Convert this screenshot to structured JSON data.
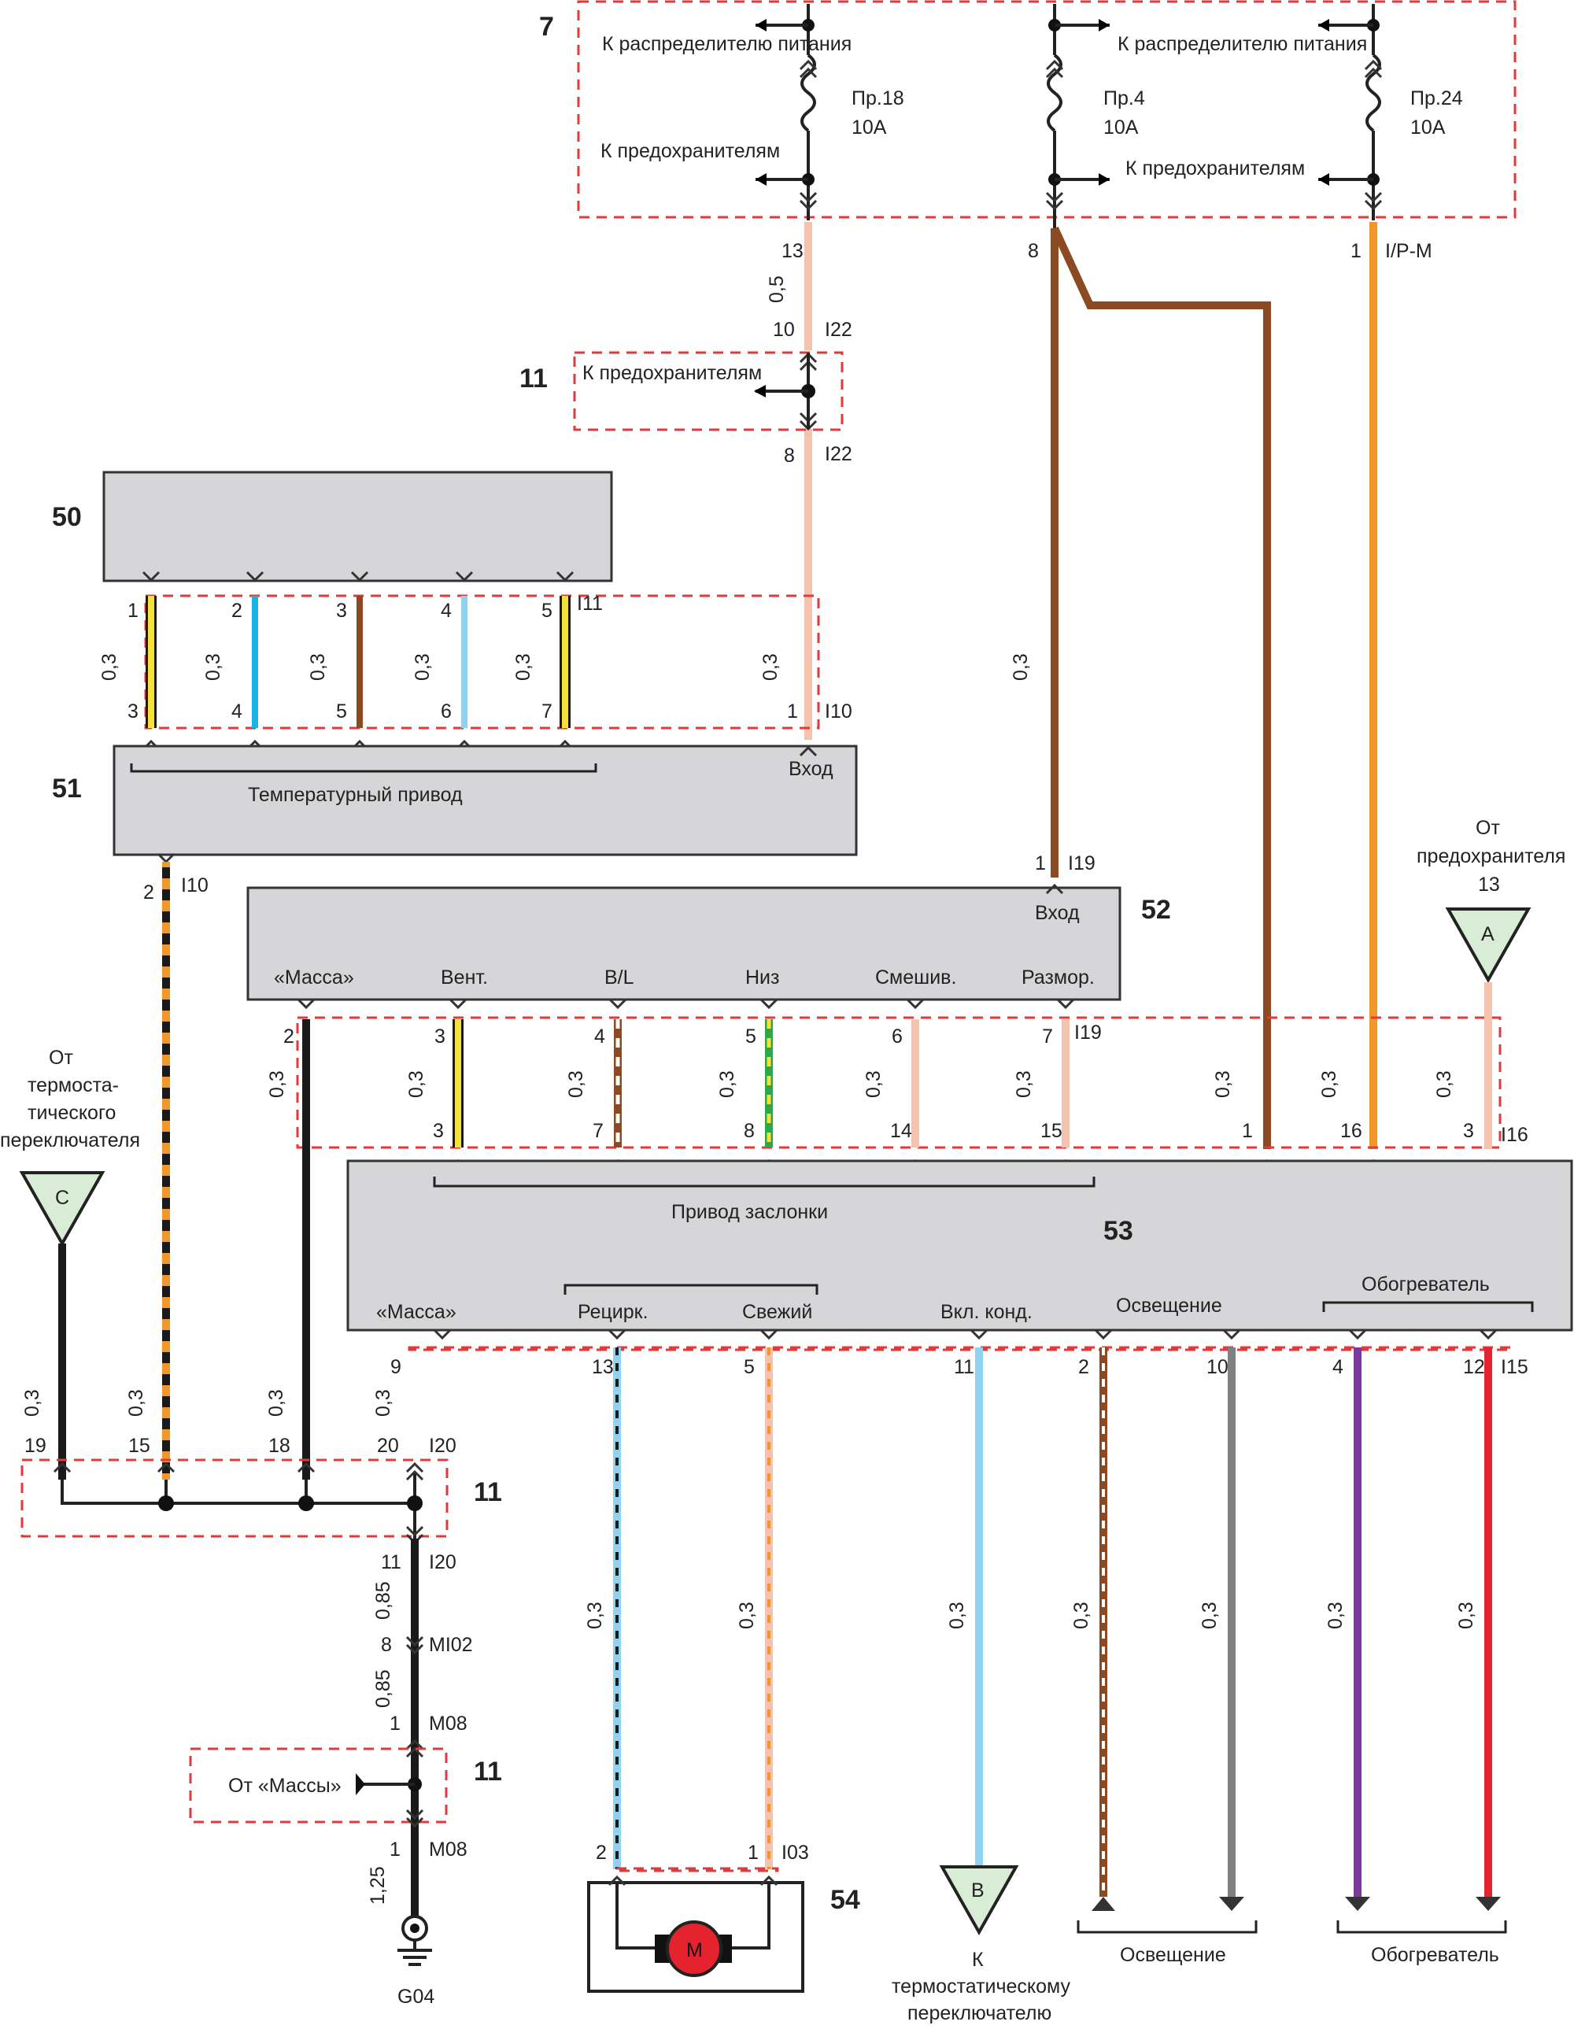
{
  "fuse_box": {
    "num": "7",
    "to_power_distributor": "К распределителю питания",
    "to_fuses": "К предохранителям",
    "fuse_a": {
      "name": "Пр.18",
      "rating": "10A"
    },
    "fuse_b": {
      "name": "Пр.4",
      "rating": "10A"
    },
    "fuse_c": {
      "name": "Пр.24",
      "rating": "10A"
    }
  },
  "connectors": {
    "eleven": "11",
    "to_fuses_label": "К предохранителям",
    "i22": "I22",
    "i11": "I11",
    "i10": "I10",
    "i19": "I19",
    "i16": "I16",
    "i15": "I15",
    "i20": "I20",
    "mi02": "MI02",
    "m08": "M08",
    "i03": "I03",
    "ipm": "I/P-M",
    "from_ground": "От «Массы»",
    "ground_id": "G04"
  },
  "blocks": {
    "b50": "50",
    "b51": {
      "num": "51",
      "actuator": "Температурный привод",
      "input": "Вход"
    },
    "b52": {
      "num": "52",
      "input": "Вход",
      "ground": "«Масса»",
      "vent": "Вент.",
      "bl": "B/L",
      "low": "Низ",
      "mix": "Смешив.",
      "defrost": "Размор."
    },
    "b53": {
      "num": "53",
      "flap_drive": "Привод заслонки",
      "ground": "«Масса»",
      "recirc": "Рецирк.",
      "fresh": "Свежий",
      "ac_on": "Вкл. конд.",
      "lighting": "Освещение",
      "heater": "Обогреватель"
    },
    "b54": {
      "num": "54",
      "motor": "M"
    }
  },
  "terminals": {
    "a_letter": "A",
    "a_from": "От предохранителя 13",
    "b_letter": "B",
    "b_to": "К термостатическому переключателю",
    "c_letter": "C",
    "c_from": "От термоста-тического переключателя",
    "lighting_bottom": "Освещение",
    "heater_bottom": "Обогреватель"
  },
  "pins": {
    "f13": "13",
    "f8": "8",
    "f1": "1",
    "i22a": "10",
    "i22b": "8",
    "i11": [
      "1",
      "2",
      "3",
      "4",
      "5"
    ],
    "i10_top": [
      "3",
      "4",
      "5",
      "6",
      "7"
    ],
    "i10_in": "1",
    "b51_out": "2",
    "i19_in": "1",
    "i19": [
      "2",
      "3",
      "4",
      "5",
      "6",
      "7"
    ],
    "i16": [
      "3",
      "7",
      "8",
      "14",
      "15",
      "1",
      "16",
      "3"
    ],
    "i15": [
      "9",
      "13",
      "5",
      "11",
      "2",
      "10",
      "4",
      "12"
    ],
    "i20": [
      "19",
      "15",
      "18",
      "20"
    ],
    "i20_out": "11",
    "mi02": "8",
    "m08a": "1",
    "m08b": "1",
    "i03": [
      "2",
      "1"
    ]
  },
  "gauges": {
    "g05": "0,5",
    "g03": "0,3",
    "g085": "0,85",
    "g125": "1,25"
  },
  "colors": {
    "yellow": "#f5e23a",
    "blue": "#1ab3e6",
    "brown": "#8b4a22",
    "lightblue": "#8fd3f0",
    "pink": "#f5c3ad",
    "orange": "#f0962a",
    "green": "#2aa84a",
    "gray": "#808080",
    "purple": "#7b3a9a",
    "red": "#e4232f",
    "black": "#1a1a1a",
    "tri_fill": "#d8ecd6"
  }
}
